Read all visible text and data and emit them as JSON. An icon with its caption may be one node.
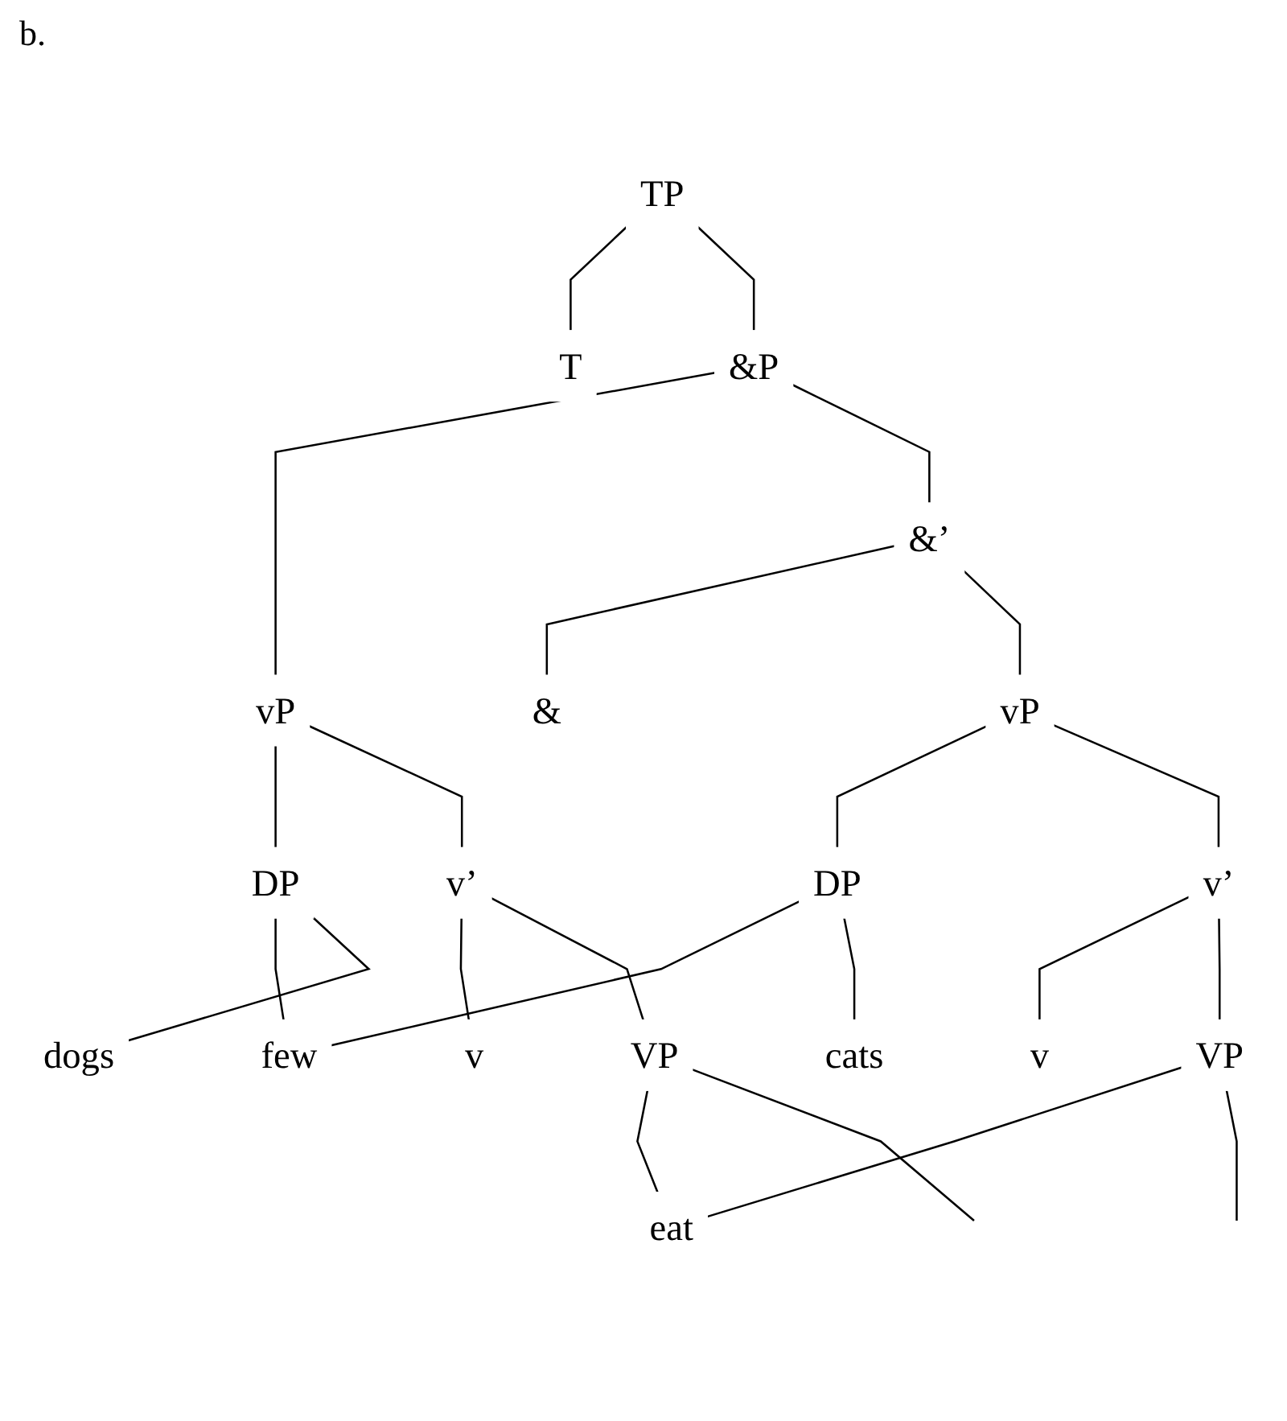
{
  "diagram": {
    "nodes": [
      {
        "text": [
          "TP"
        ]
      },
      {
        "text": [
          "T"
        ]
      },
      {
        "text": [
          "&P"
        ]
      },
      {
        "text": [
          "vP"
        ]
      },
      {
        "text": [
          "&’"
        ]
      },
      {
        "text": [
          "DP"
        ]
      },
      {
        "text": [
          "v’"
        ]
      },
      {
        "text": [
          "&"
        ]
      },
      {
        "text": [
          "vP"
        ]
      },
      {
        "text": [
          "few"
        ]
      },
      {
        "text": [
          "dogs"
        ]
      },
      {
        "text": [
          "v"
        ]
      },
      {
        "text": [
          "VP"
        ]
      },
      {
        "text": [
          "DP"
        ]
      },
      {
        "text": [
          "v’"
        ]
      },
      {
        "text": [
          "eat"
        ]
      },
      {
        "text": [
          "cats"
        ]
      },
      {
        "text": [
          "v"
        ]
      },
      {
        "text": [
          "VP"
        ]
      }
    ],
    "edges": [
      {
        "from": 0,
        "to": 1,
        "arrow": "none"
      },
      {
        "from": 0,
        "to": 2,
        "arrow": "none"
      },
      {
        "from": 2,
        "to": 3,
        "arrow": "none"
      },
      {
        "from": 2,
        "to": 4,
        "arrow": "none"
      },
      {
        "from": 3,
        "to": 5,
        "arrow": "none"
      },
      {
        "from": 3,
        "to": 6,
        "arrow": "none"
      },
      {
        "from": 4,
        "to": 7,
        "arrow": "none"
      },
      {
        "from": 4,
        "to": 8,
        "arrow": "none"
      },
      {
        "from": 5,
        "to": 9,
        "arrow": "none"
      },
      {
        "from": 5,
        "to": 10,
        "arrow": "none"
      },
      {
        "from": 6,
        "to": 11,
        "arrow": "none"
      },
      {
        "from": 6,
        "to": 12,
        "arrow": "none"
      },
      {
        "from": 8,
        "to": 13,
        "arrow": "none"
      },
      {
        "from": 8,
        "to": 14,
        "arrow": "none"
      },
      {
        "from": 13,
        "to": 9,
        "arrow": "none"
      },
      {
        "from": 13,
        "to": 16,
        "arrow": "none"
      },
      {
        "from": 14,
        "to": 17,
        "arrow": "none"
      },
      {
        "from": 14,
        "to": 18,
        "arrow": "none"
      },
      {
        "from": 12,
        "to": 15,
        "arrow": "none"
      },
      {
        "from": 12,
        "to": null,
        "arrow": "none"
      },
      {
        "from": 18,
        "to": 15,
        "arrow": "none"
      },
      {
        "from": 18,
        "to": null,
        "arrow": "none"
      }
    ],
    "labels": [
      "b."
    ]
  }
}
